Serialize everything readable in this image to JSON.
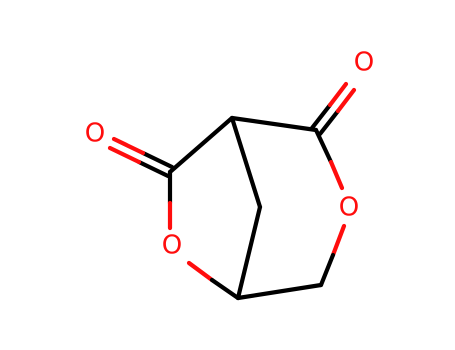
{
  "molecule": {
    "colors": {
      "bond": "#000000",
      "oxygen": "#ff0d0d",
      "background": "#ffffff"
    },
    "atoms": [
      {
        "id": "ketone-o-left",
        "label": "O",
        "element": "oxygen"
      },
      {
        "id": "ketone-o-right",
        "label": "O",
        "element": "oxygen"
      },
      {
        "id": "ring-o-left",
        "label": "O",
        "element": "oxygen"
      },
      {
        "id": "ring-o-right",
        "label": "O",
        "element": "oxygen"
      }
    ]
  }
}
